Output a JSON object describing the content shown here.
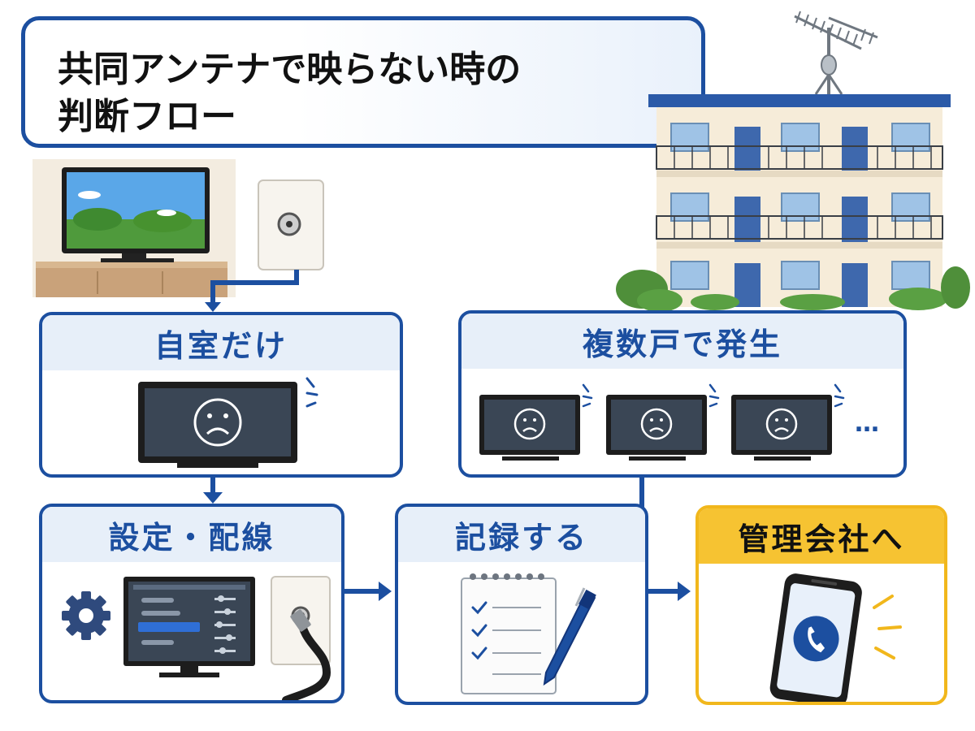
{
  "title": {
    "line1": "共同アンテナで映らない時の",
    "line2": "判断フロー"
  },
  "nodes": {
    "own_room": {
      "label": "自室だけ"
    },
    "multiple_units": {
      "label": "複数戸で発生"
    },
    "settings_wiring": {
      "label": "設定・配線"
    },
    "record": {
      "label": "記録する"
    },
    "contact_manager": {
      "label": "管理会社へ"
    }
  },
  "ellipsis": "…",
  "colors": {
    "primary": "#1c4fa0",
    "accent": "#f6c332",
    "tv_screen": "#3a4655"
  },
  "icons": [
    "tv-icon",
    "antenna-outlet-icon",
    "apartment-building-icon",
    "sad-tv-icon",
    "gear-icon",
    "settings-screen-icon",
    "coax-cable-icon",
    "notepad-checklist-icon",
    "pen-icon",
    "smartphone-phone-icon"
  ]
}
